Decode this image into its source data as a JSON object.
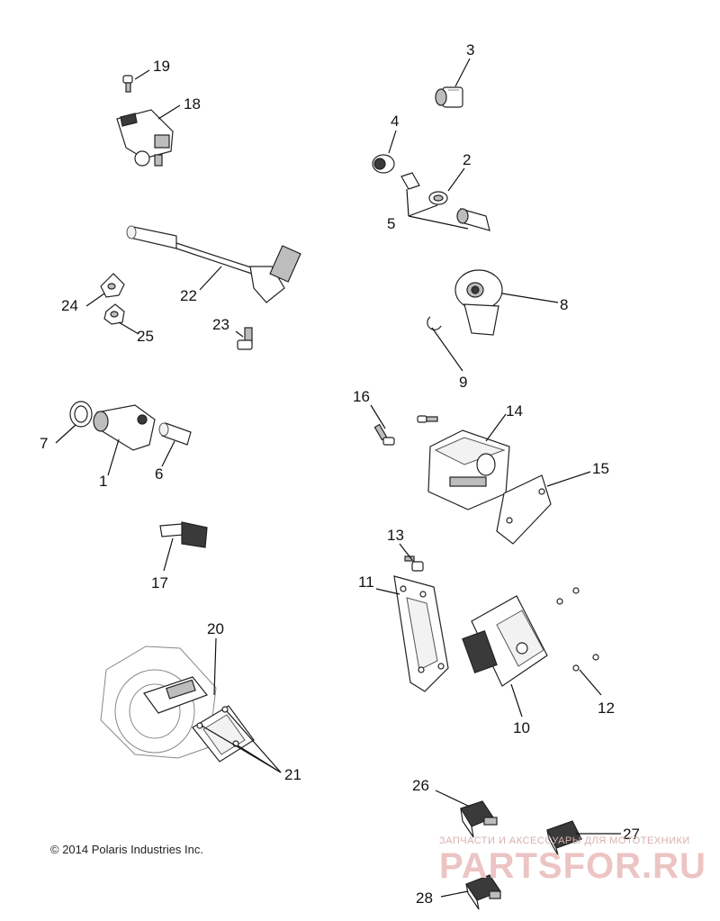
{
  "diagram": {
    "callouts": {
      "c1": "1",
      "c2": "2",
      "c3": "3",
      "c4": "4",
      "c5": "5",
      "c6": "6",
      "c7": "7",
      "c8": "8",
      "c9": "9",
      "c10": "10",
      "c11": "11",
      "c12": "12",
      "c13": "13",
      "c14": "14",
      "c15": "15",
      "c16": "16",
      "c17": "17",
      "c18": "18",
      "c19": "19",
      "c20": "20",
      "c21": "21",
      "c22": "22",
      "c23": "23",
      "c24": "24",
      "c25": "25",
      "c26": "26",
      "c27": "27",
      "c28": "28"
    }
  },
  "footer": {
    "copyright": "© 2014 Polaris Industries Inc."
  },
  "watermark": {
    "tagline": "ЗАПЧАСТИ И АКСЕССУАРЫ ДЛЯ МОТОТЕХНИКИ",
    "logo": "PARTSFOR.RU"
  }
}
